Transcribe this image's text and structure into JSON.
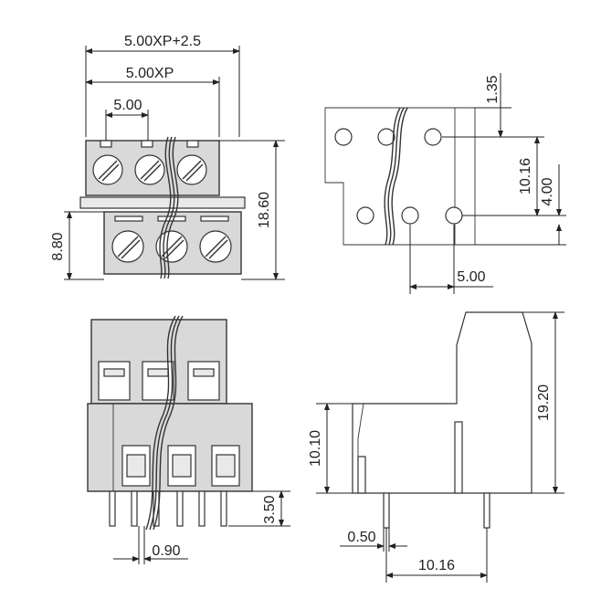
{
  "dimensions": {
    "overall_width": "5.00XP+2.5",
    "pitch_width": "5.00XP",
    "pitch": "5.00",
    "height_total_top": "18.60",
    "height_lower_row": "8.80",
    "side_offset_top": "1.35",
    "side_row_spacing": "10.16",
    "side_bottom_offset": "4.00",
    "side_pin_pitch": "5.00",
    "front_pin_length": "3.50",
    "front_pin_width": "0.90",
    "side_height_lower": "10.10",
    "side_height_total": "19.20",
    "side_pin_thickness": "0.50",
    "side_pin_spacing": "10.16"
  }
}
